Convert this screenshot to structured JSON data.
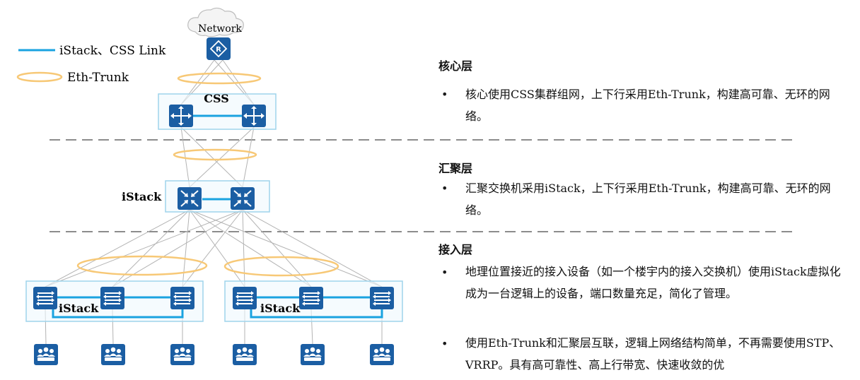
{
  "legend": {
    "istack_css_link": "iStack、CSS Link",
    "eth_trunk": "Eth-Trunk"
  },
  "labels": {
    "network": "Network",
    "css": "CSS",
    "istack_agg": "iStack",
    "istack_access_left": "iStack",
    "istack_access_right": "iStack"
  },
  "sections": {
    "core": {
      "title": "核心层",
      "bullets": [
        "核心使用CSS集群组网，上下行采用Eth-Trunk，构建高可靠、无环的网络。"
      ]
    },
    "aggregation": {
      "title": "汇聚层",
      "bullets": [
        "汇聚交换机采用iStack，上下行采用Eth-Trunk，构建高可靠、无环的网络。"
      ]
    },
    "access": {
      "title": "接入层",
      "bullets": [
        "地理位置接近的接入设备（如一个楼宇内的接入交换机）使用iStack虚拟化成为一台逻辑上的设备，端口数量充足，简化了管理。",
        "使用Eth-Trunk和汇聚层互联，逻辑上网络结构简单，不再需要使用STP、VRRP。具有高可靠性、高上行带宽、快速收敛的优"
      ]
    }
  },
  "icons": {
    "router": "router-icon",
    "core_switch": "core-switch-icon",
    "agg_switch": "aggregation-switch-icon",
    "access_switch": "access-switch-icon",
    "users": "user-group-icon",
    "cloud": "cloud-icon"
  },
  "colors": {
    "device_blue": "#1b5ea3",
    "stack_link": "#1aa3e0",
    "eth_trunk": "#f7c876",
    "box_border": "#9fd4ec",
    "box_fill": "#eef8fd",
    "gray_line": "#b3b3b3",
    "dash": "#666666"
  }
}
